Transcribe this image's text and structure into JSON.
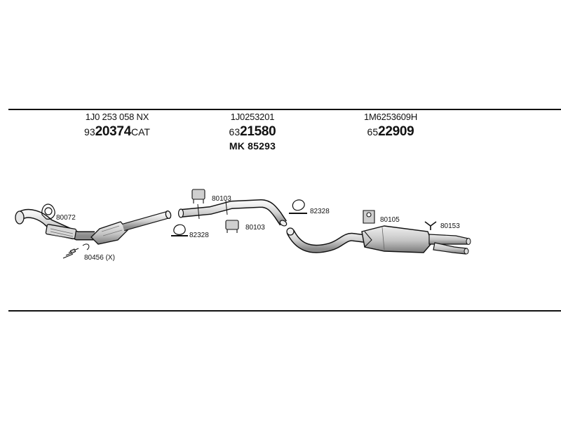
{
  "groups": [
    {
      "oe": "1J0 253 058 NX",
      "prefix": "93",
      "number": "20374",
      "suffix": "CAT",
      "extra": ""
    },
    {
      "oe": "1J0253201",
      "prefix": "63",
      "number": "21580",
      "suffix": "",
      "extra": "MK 85293"
    },
    {
      "oe": "1M6253609H",
      "prefix": "65",
      "number": "22909",
      "suffix": "",
      "extra": ""
    }
  ],
  "parts": {
    "gasket_front": "80072",
    "bolts_front": "80456 (X)",
    "clamp_left": "82328",
    "hanger_top": "80103",
    "hanger_bottom": "80103",
    "clamp_right": "82328",
    "rubber_mount": "80105",
    "bracket_rear": "80153"
  },
  "colors": {
    "line": "#111111",
    "part_fill": "#dcdcdc",
    "part_shade": "#9a9a9a"
  }
}
